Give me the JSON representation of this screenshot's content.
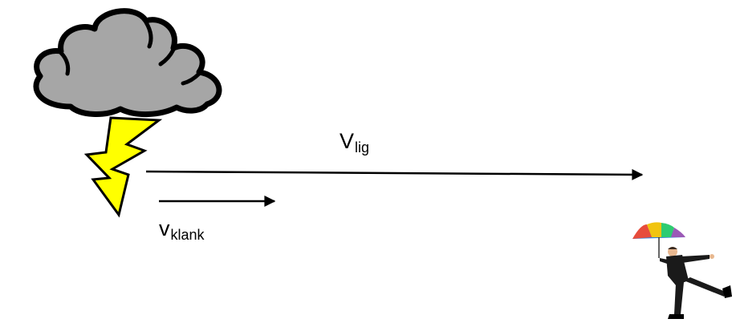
{
  "labels": {
    "light": {
      "symbol": "V",
      "subscript": "lig"
    },
    "sound": {
      "symbol": "v",
      "subscript": "klank"
    }
  },
  "icons": {
    "cloud": "storm-cloud-icon",
    "lightning": "lightning-bolt-icon",
    "person": "person-with-umbrella-icon"
  },
  "colors": {
    "cloud_fill": "#a6a6a6",
    "lightning_fill": "#ffff00",
    "arrow": "#000000"
  }
}
